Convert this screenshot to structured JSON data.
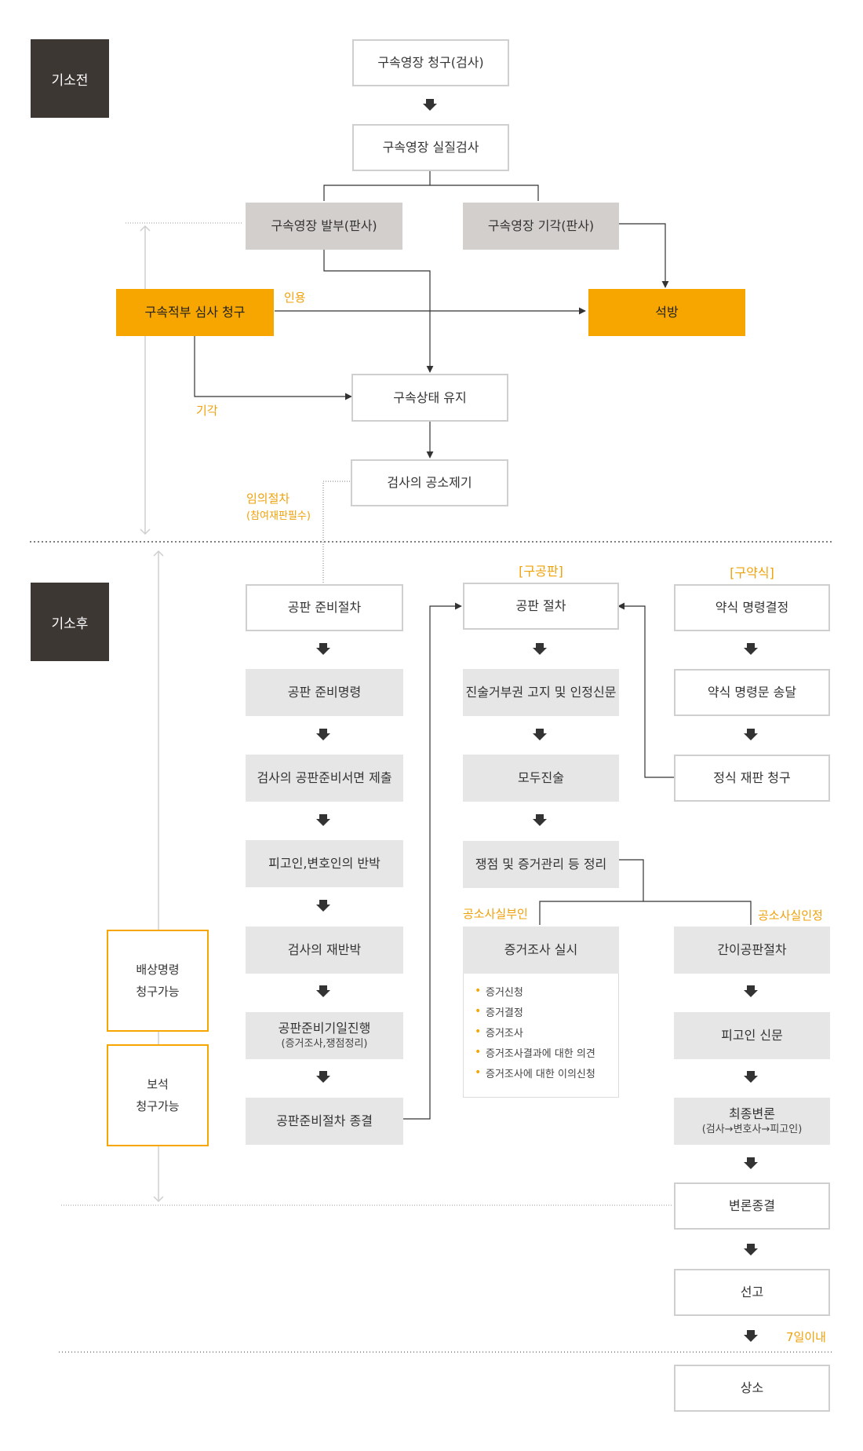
{
  "phases": {
    "before": "기소전",
    "after": "기소후"
  },
  "pre_indictment": {
    "warrant_request": "구속영장 청구(검사)",
    "warrant_review": "구속영장 실질검사",
    "warrant_issued": "구속영장 발부(판사)",
    "warrant_dismissed": "구속영장 기각(판사)",
    "detention_review": "구속적부 심사 청구",
    "release": "석방",
    "detention_maintained": "구속상태 유지",
    "prosecution": "검사의 공소제기",
    "label_granted": "인용",
    "label_dismissed": "기각",
    "label_optional_line1": "임의절차",
    "label_optional_line2": "(참여재판필수)"
  },
  "preparation": {
    "start": "공판 준비절차",
    "order": "공판 준비명령",
    "prosecutor_submission": "검사의 공판준비서면 제출",
    "defense_rebuttal": "피고인,변호인의 반박",
    "prosecutor_rebuttal": "검사의 재반박",
    "hearing_line1": "공판준비기일진행",
    "hearing_line2": "(증거조사,쟁점정리)",
    "end": "공판준비절차 종결"
  },
  "trial": {
    "header": "[구공판]",
    "procedure": "공판 절차",
    "rights_notice": "진술거부권 고지 및 인정신문",
    "opening": "모두진술",
    "issues": "쟁점 및 증거관리 등 정리",
    "label_deny": "공소사실부인",
    "label_admit": "공소사실인정",
    "evidence": "증거조사 실시",
    "evidence_items": [
      "증거신청",
      "증거결정",
      "증거조사",
      "증거조사결과에 대한 의견",
      "증거조사에 대한 이의신청"
    ],
    "simplified": "간이공판절차",
    "defendant_exam": "피고인 신문",
    "final_line1": "최종변론",
    "final_line2": "(검사→변호사→피고인)",
    "close": "변론종결",
    "sentence": "선고",
    "within_days": "7일이내",
    "appeal": "상소"
  },
  "summary": {
    "header": "[구약식]",
    "order": "약식 명령결정",
    "delivery": "약식 명령문 송달",
    "formal_request": "정식 재판 청구"
  },
  "side": {
    "compensation_line1": "배상명령",
    "compensation_line2": "청구가능",
    "bail_line1": "보석",
    "bail_line2": "청구가능"
  },
  "colors": {
    "accent": "#f7a600",
    "dark": "#3d3734",
    "gray_light": "#e6e6e6",
    "gray_dark": "#d3cfcc",
    "border": "#cfcfcf",
    "line": "#333333"
  }
}
